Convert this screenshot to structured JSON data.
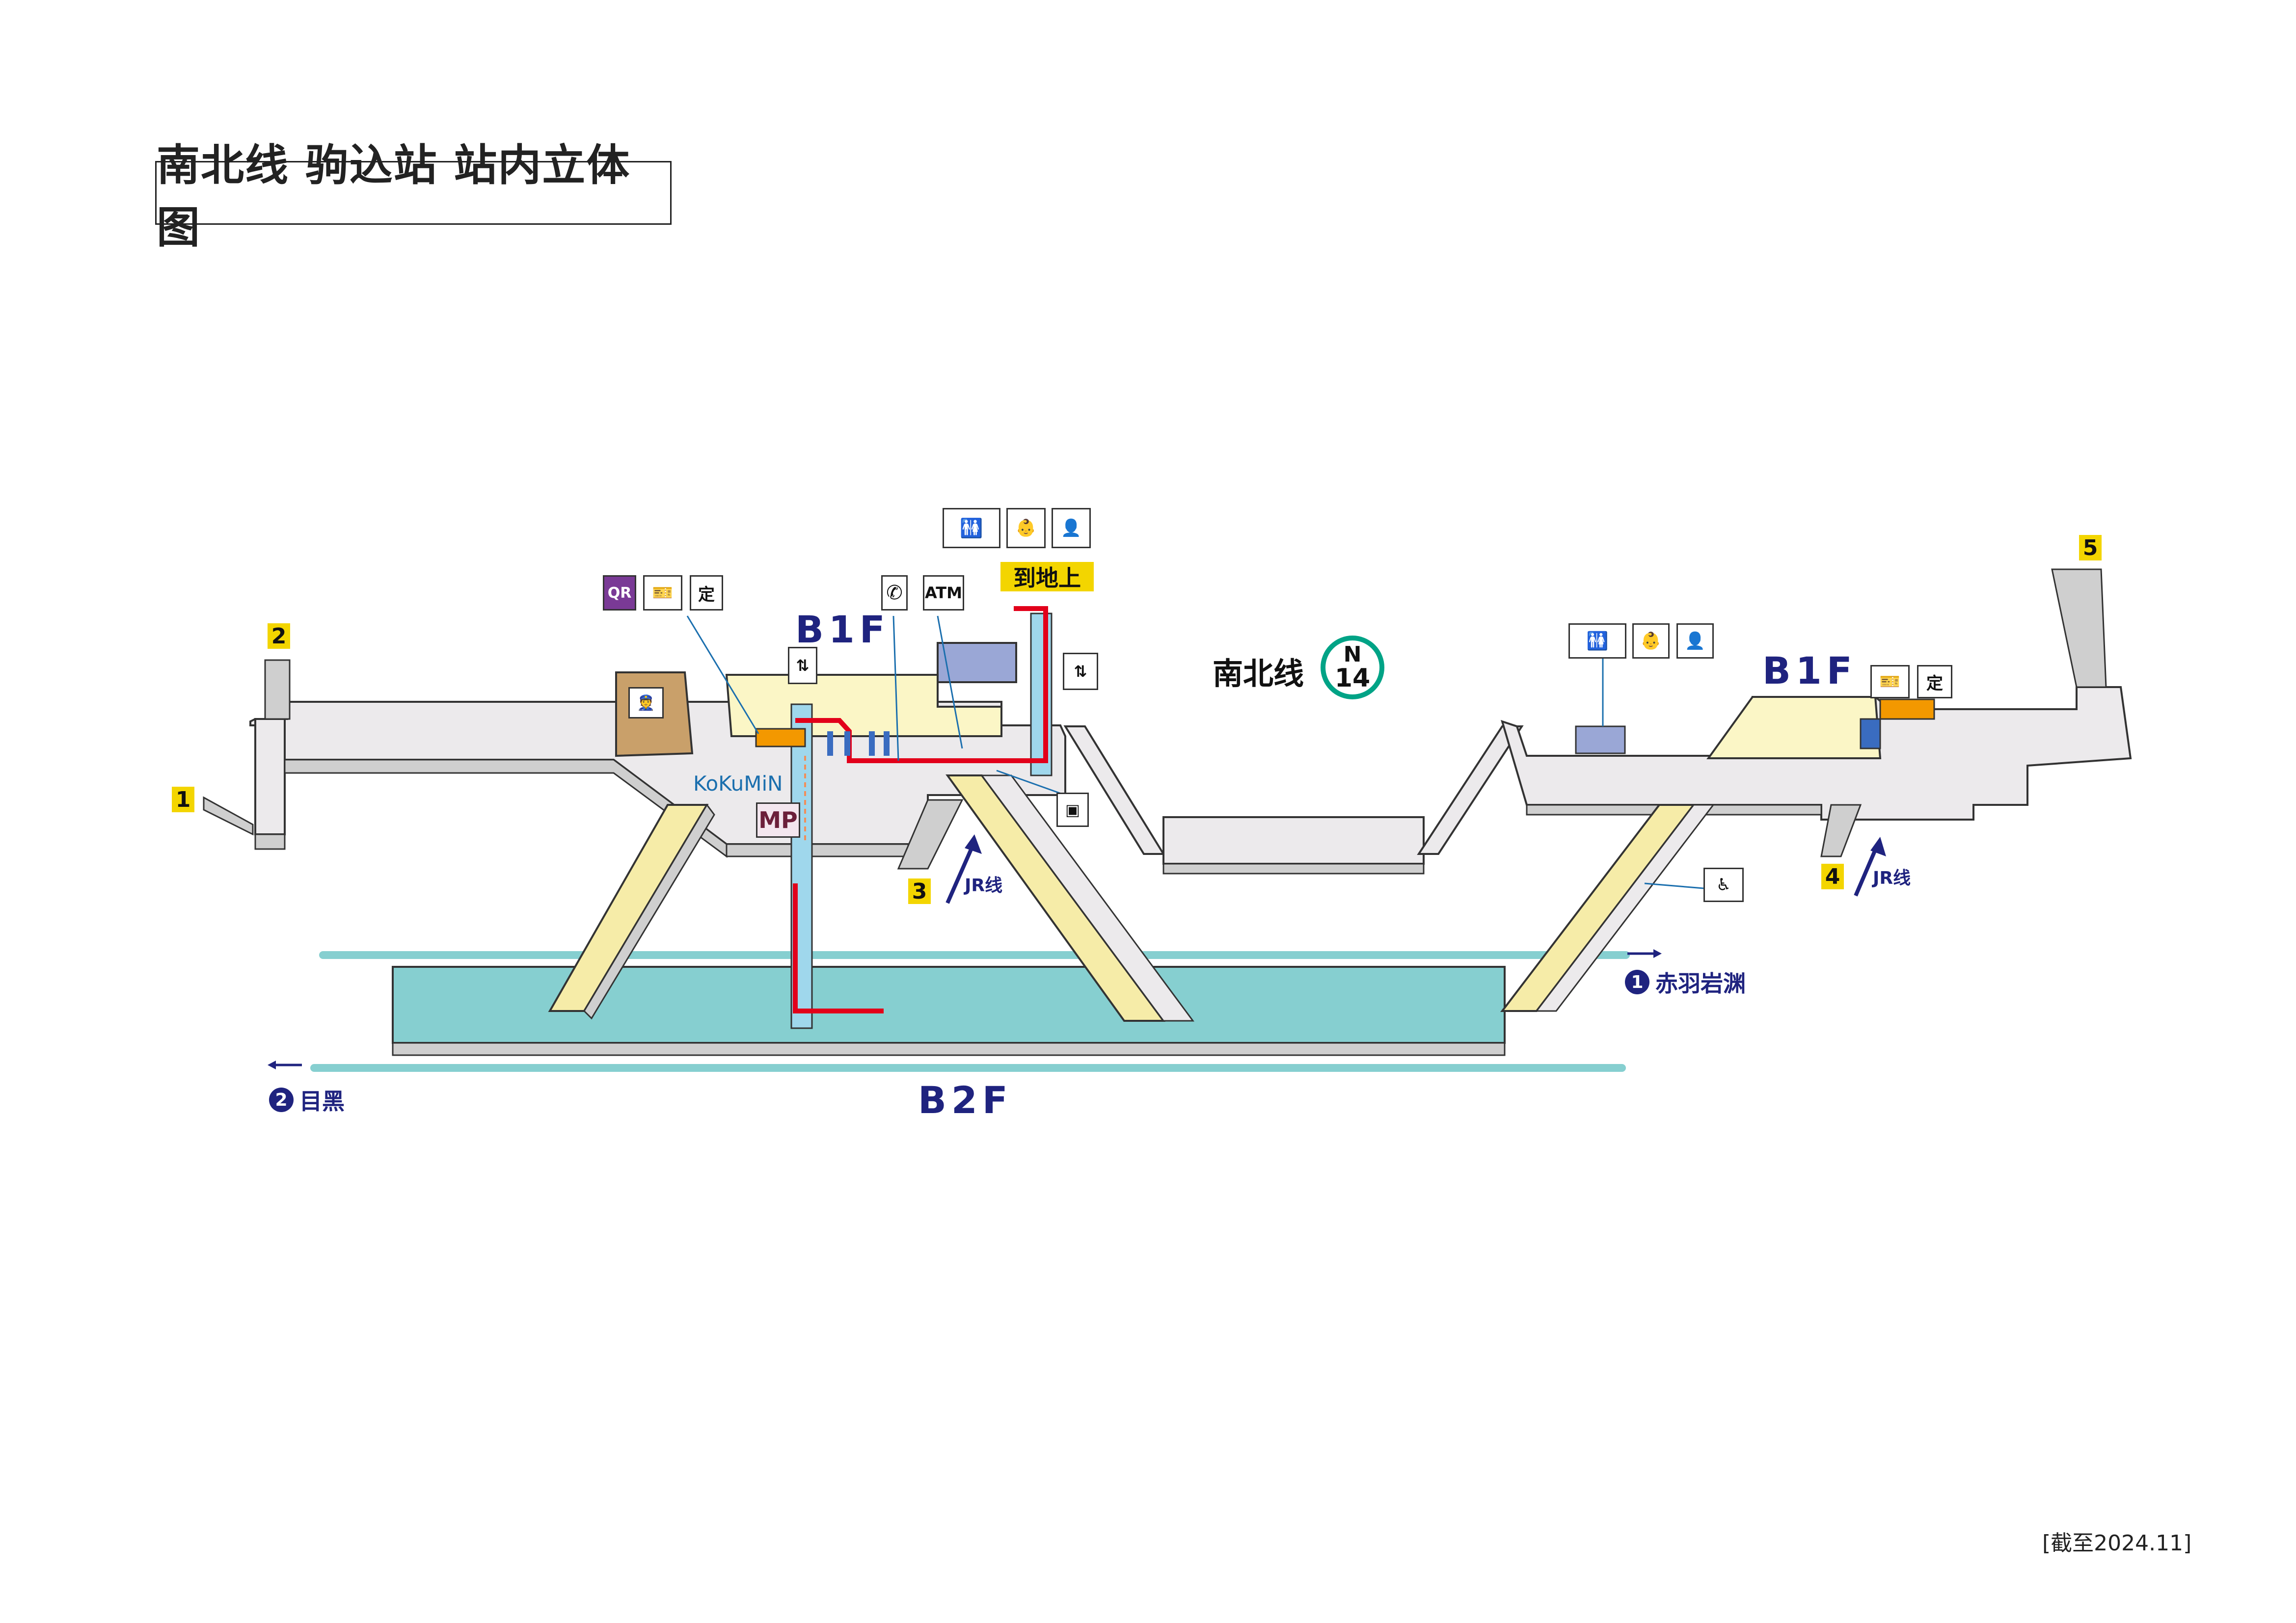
{
  "title": "南北线 驹込站 站内立体图",
  "line": {
    "name": "南北线",
    "code_letter": "N",
    "code_number": "14",
    "color": "#00a386"
  },
  "floors": {
    "b1f_left": "B1F",
    "b1f_right": "B1F",
    "b2f": "B2F"
  },
  "exits": [
    "1",
    "2",
    "3",
    "4",
    "5"
  ],
  "transfers": {
    "jr_left": "JR线",
    "jr_right": "JR线"
  },
  "directions": {
    "toward_akabane": {
      "num": "1",
      "label": "赤羽岩渊"
    },
    "toward_meguro": {
      "num": "2",
      "label": "目黑"
    }
  },
  "facilities": {
    "to_ground": "到地上",
    "atm": "ATM",
    "qr": "QR",
    "commuter_pass": "定",
    "kokumin": "KoKuMiN",
    "mp": "MP"
  },
  "as_of": "[截至2024.11]",
  "colors": {
    "concourse": "#eceaec",
    "platform": "#86cfd0",
    "stairs": "#f6eca8",
    "paid_area": "#fbf6c6",
    "elevator": "#9fd7ec",
    "elevator_route": "#e2001a",
    "ticket_machine": "#f39800",
    "navy": "#1f237f"
  }
}
